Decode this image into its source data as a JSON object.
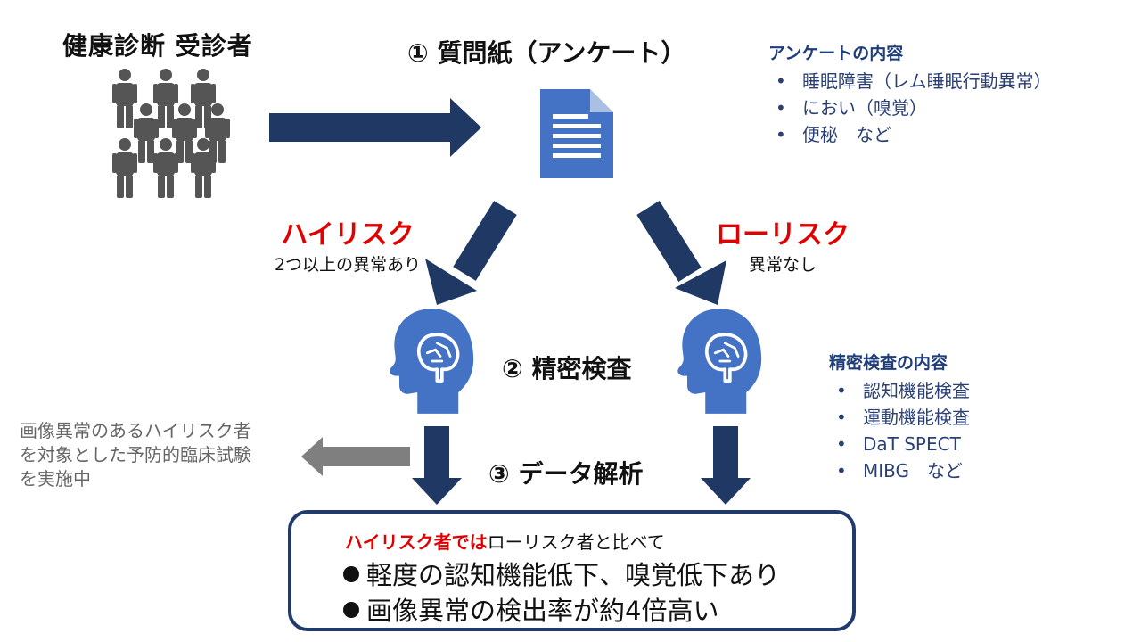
{
  "left_title": "健康診断 受診者",
  "step1": "① 質問紙（アンケート）",
  "step2": "② 精密検査",
  "step3": "③ データ解析",
  "questionnaire_panel": {
    "title": "アンケートの内容",
    "items": [
      "睡眠障害（レム睡眠行動異常）",
      "におい（嗅覚）",
      "便秘　など"
    ]
  },
  "exam_panel": {
    "title": "精密検査の内容",
    "items": [
      "認知機能検査",
      "運動機能検査",
      "DaT SPECT",
      "MIBG　など"
    ]
  },
  "high_risk": {
    "label": "ハイリスク",
    "sub": "2つ以上の異常あり"
  },
  "low_risk": {
    "label": "ローリスク",
    "sub": "異常なし"
  },
  "trial_note": {
    "lines": [
      "画像異常のあるハイリスク者",
      "を対象とした予防的臨床試験",
      "を実施中"
    ]
  },
  "result": {
    "head_red": "ハイリスク者では",
    "head_rest": "ローリスク者と比べて",
    "line1": "軽度の認知機能低下、嗅覚低下あり",
    "line2": "画像異常の検出率が約4倍高い"
  },
  "colors": {
    "arrow": "#1f3864",
    "icon_blue": "#4472c4",
    "risk_red": "#e00000",
    "person_gray": "#555555",
    "note_arrow": "#7f7f7f"
  },
  "icons": {
    "people": "people-group-icon",
    "document": "document-icon",
    "head": "brain-head-icon"
  }
}
